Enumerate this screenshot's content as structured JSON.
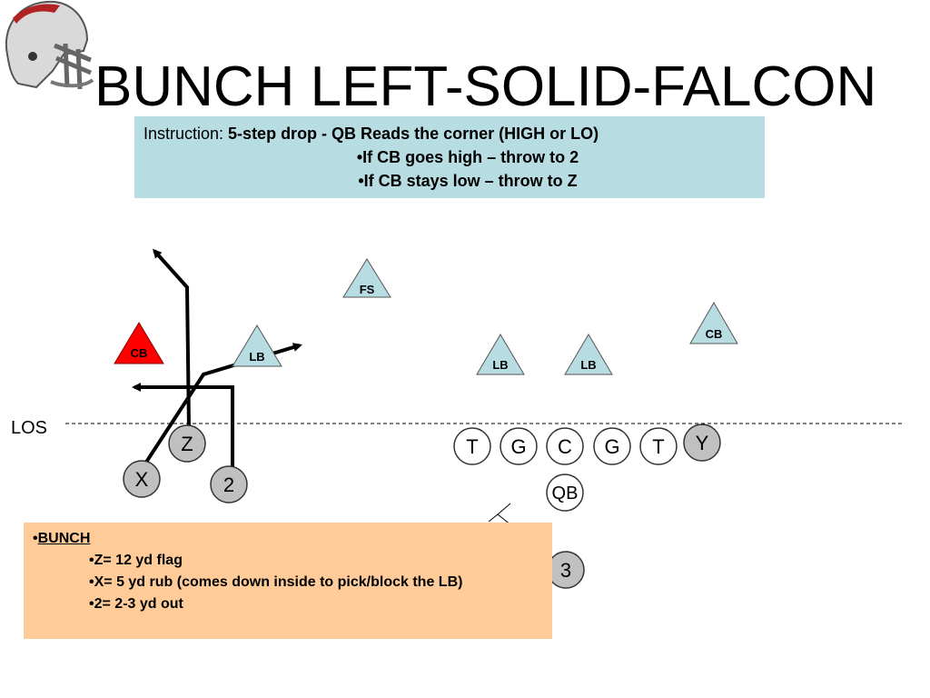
{
  "title": "BUNCH LEFT-SOLID-FALCON",
  "instruction": {
    "label": "Instruction: ",
    "main": "5-step drop - QB Reads the corner (HIGH or LO)",
    "bullets": [
      "•If CB goes high – throw to 2",
      "•If CB stays low – throw to Z"
    ]
  },
  "field": {
    "los_label": "LOS",
    "defense": {
      "fs": "FS",
      "cb_left": "CB",
      "lb_left": "LB",
      "lb_mid1": "LB",
      "lb_mid2": "LB",
      "cb_right": "CB"
    },
    "offense": {
      "z": "Z",
      "x": "X",
      "two": "2",
      "t1": "T",
      "g1": "G",
      "c": "C",
      "g2": "G",
      "t2": "T",
      "y": "Y",
      "qb": "QB",
      "three": "3"
    }
  },
  "notes": {
    "bullet": "•",
    "heading": "BUNCH",
    "items": [
      "•Z= 12 yd flag",
      "•X= 5 yd rub (comes down inside to pick/block the LB)",
      "•2= 2-3 yd out"
    ]
  },
  "colors": {
    "instruction_bg": "#b7dde3",
    "notes_bg": "#ffcc99",
    "defender_fill": "#b7dde3",
    "highlight_defender": "#ff0000",
    "receiver_fill": "#c0c0c0"
  },
  "icons": {
    "helmet": "football-helmet-icon"
  }
}
